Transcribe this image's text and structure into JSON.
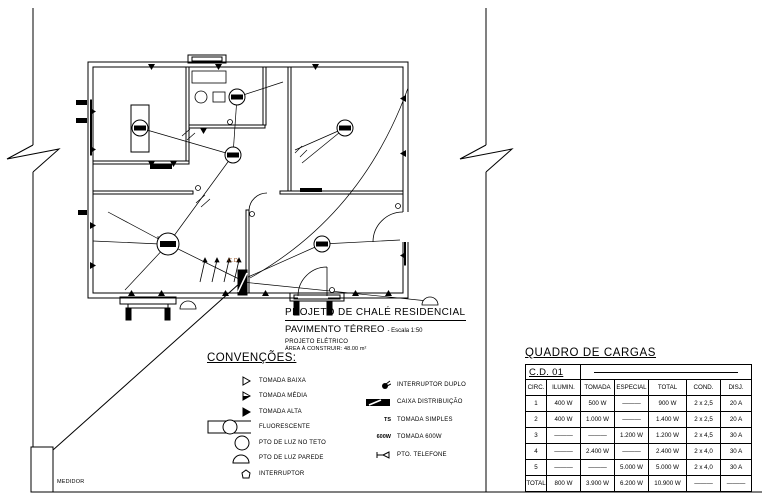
{
  "drawing": {
    "title_block": {
      "line1": "PROJETO DE CHALÉ RESIDENCIAL",
      "line2": "PAVIMENTO TÉRREO",
      "line2_suffix": "- Escala 1:50",
      "line3": "PROJETO ELÉTRICO",
      "line4": "ÁREA À CONSTRUIR: 48.00 m²"
    },
    "plan_labels": {
      "cd": "C.D.",
      "medidor": "MEDIDOR"
    },
    "colors": {
      "ink": "#000000",
      "cd_label": "#8b4513",
      "paper": "#ffffff"
    }
  },
  "legend": {
    "title": "CONVENÇÕES:",
    "left_items": [
      {
        "label": "TOMADA BAIXA"
      },
      {
        "label": "TOMADA MÉDIA"
      },
      {
        "label": "TOMADA ALTA"
      },
      {
        "label": "FLUORESCENTE"
      },
      {
        "label": "PTO DE LUZ NO TETO"
      },
      {
        "label": "PTO DE LUZ PAREDE"
      },
      {
        "label": "INTERRUPTOR"
      }
    ],
    "right_items": [
      {
        "prefix": "",
        "label": "INTERRUPTOR DUPLO"
      },
      {
        "prefix": "",
        "label": "CAIXA DISTRIBUIÇÃO"
      },
      {
        "prefix": "TS",
        "label": "TOMADA SIMPLES"
      },
      {
        "prefix": "600W",
        "label": "TOMADA 600W"
      },
      {
        "prefix": "",
        "label": "PTO. TELEFONE"
      }
    ]
  },
  "load_table": {
    "title": "QUADRO DE CARGAS",
    "panel_id": "C.D. 01",
    "headers": [
      "CIRC.",
      "ILUMIN.",
      "TOMADA",
      "ESPECIAL",
      "TOTAL",
      "COND.",
      "DISJ."
    ],
    "rows": [
      [
        "1",
        "400 W",
        "500 W",
        "———",
        "900 W",
        "2 x 2,5",
        "20 A"
      ],
      [
        "2",
        "400 W",
        "1.000 W",
        "———",
        "1.400 W",
        "2 x 2,5",
        "20 A"
      ],
      [
        "3",
        "———",
        "———",
        "1.200 W",
        "1.200 W",
        "2 x 4,5",
        "30 A"
      ],
      [
        "4",
        "———",
        "2.400 W",
        "———",
        "2.400 W",
        "2 x 4,0",
        "30 A"
      ],
      [
        "5",
        "———",
        "———",
        "5.000 W",
        "5.000 W",
        "2 x 4,0",
        "30 A"
      ],
      [
        "TOTAL",
        "800 W",
        "3.900 W",
        "6.200 W",
        "10.900 W",
        "———",
        "———"
      ]
    ]
  }
}
